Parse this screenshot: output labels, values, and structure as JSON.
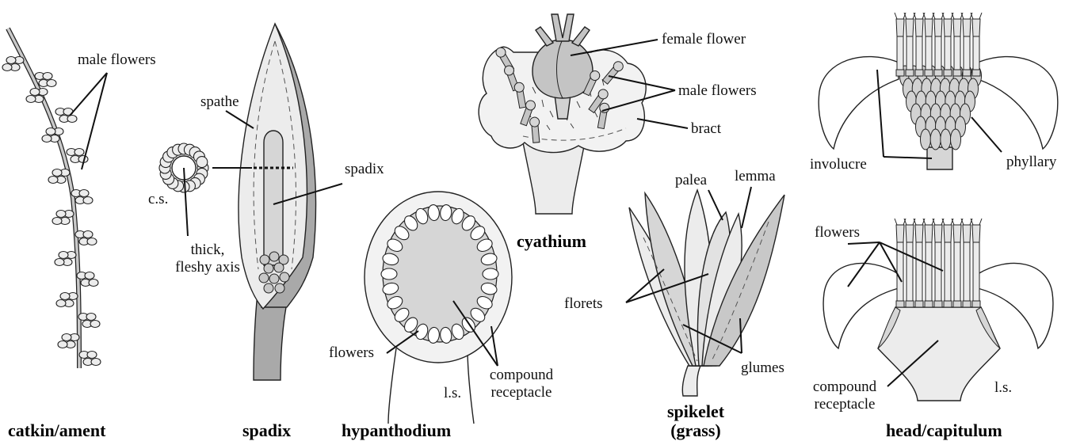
{
  "panels": {
    "catkin": {
      "title": "catkin/ament",
      "labels": {
        "male_flowers": "male flowers"
      }
    },
    "spadix": {
      "title": "spadix",
      "labels": {
        "spathe": "spathe",
        "spadix": "spadix",
        "cs": "c.s.",
        "axis_line1": "thick,",
        "axis_line2": "fleshy axis"
      }
    },
    "hypanthodium": {
      "title": "hypanthodium",
      "labels": {
        "flowers": "flowers",
        "receptacle_line1": "compound",
        "receptacle_line2": "receptacle",
        "ls": "l.s."
      }
    },
    "cyathium": {
      "title": "cyathium",
      "labels": {
        "female_flower": "female flower",
        "male_flowers": "male flowers",
        "bract": "bract"
      }
    },
    "spikelet": {
      "title_line1": "spikelet",
      "title_line2": "(grass)",
      "labels": {
        "palea": "palea",
        "lemma": "lemma",
        "florets": "florets",
        "glumes": "glumes"
      }
    },
    "head": {
      "title": "head/capitulum",
      "labels": {
        "involucre": "involucre",
        "phyllary": "phyllary",
        "flowers": "flowers",
        "receptacle_line1": "compound",
        "receptacle_line2": "receptacle",
        "ls": "l.s."
      }
    }
  },
  "colors": {
    "line": "#111111",
    "light_fill": "#ececec",
    "mid_fill": "#c8c8c8",
    "dark_fill": "#a9a9a9"
  }
}
